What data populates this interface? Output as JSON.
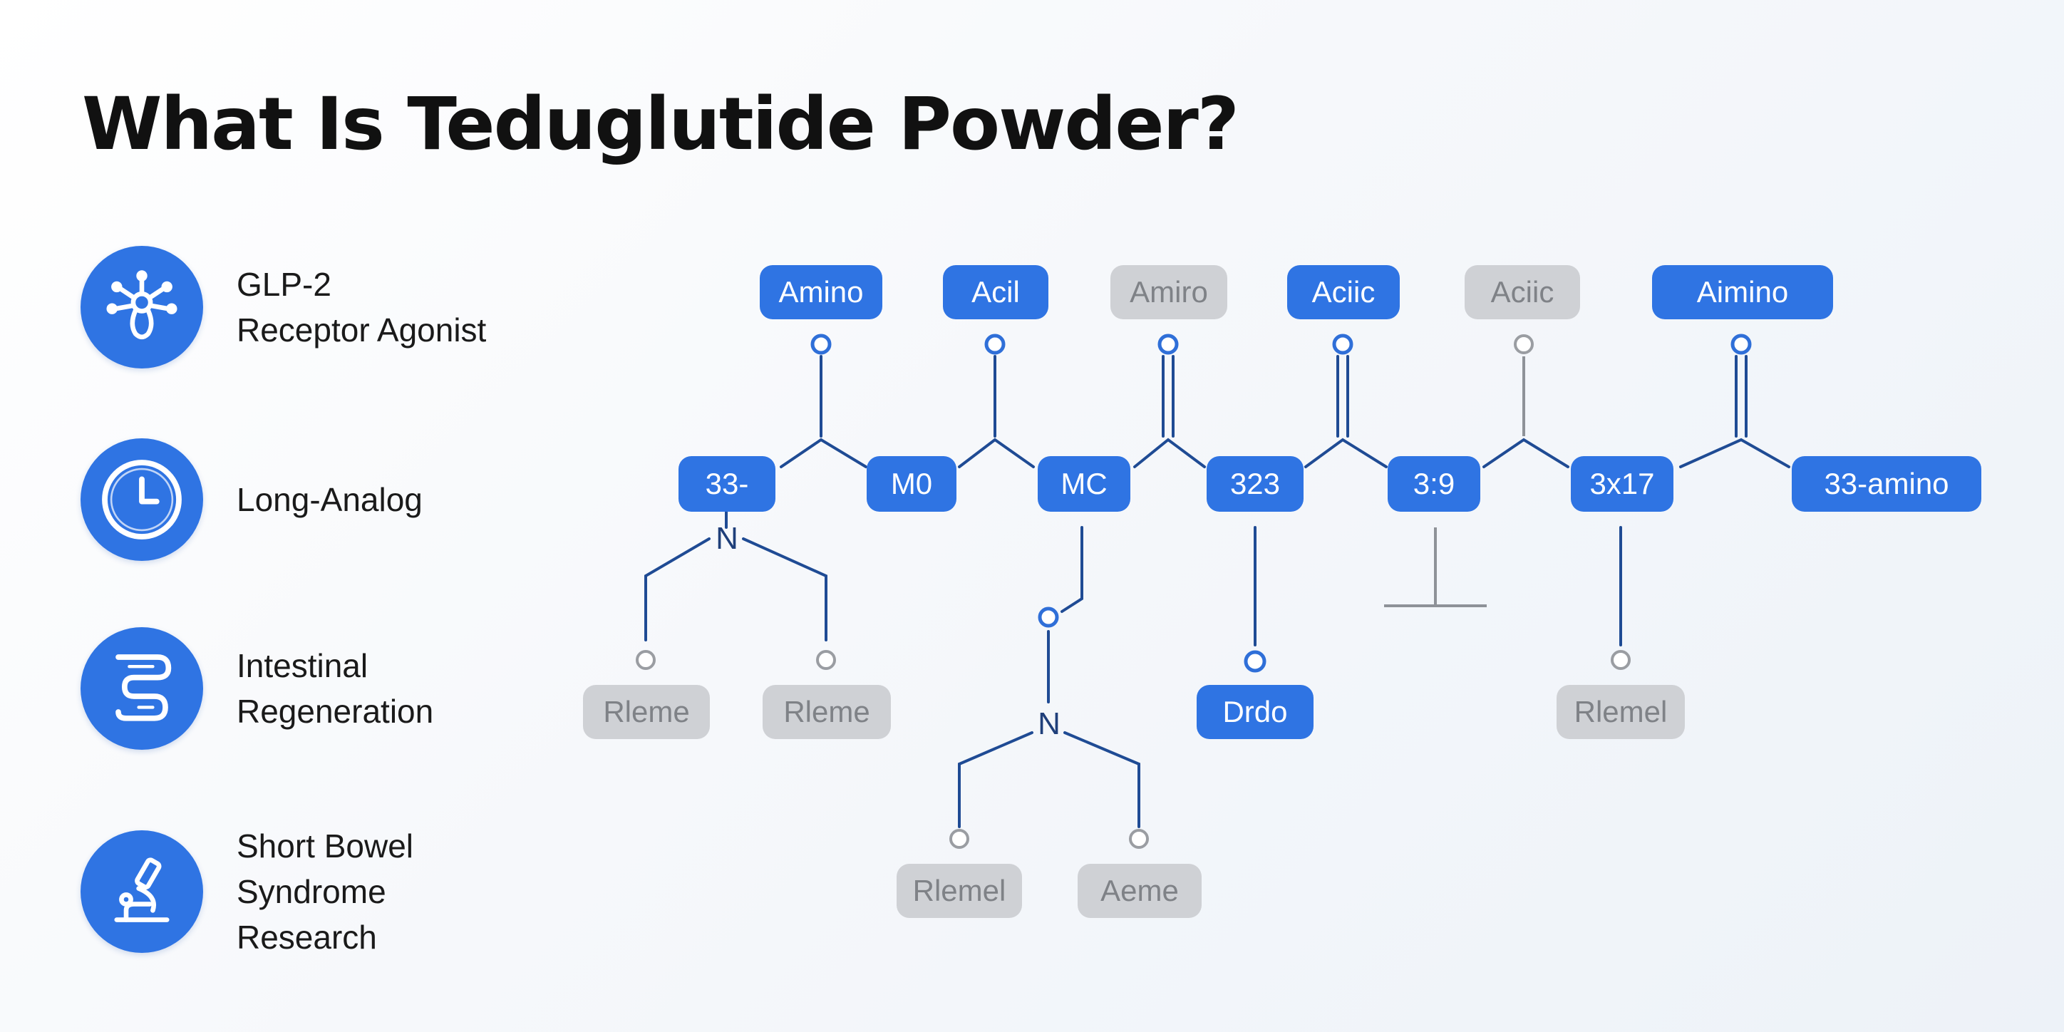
{
  "title": "What Is Teduglutide Powder?",
  "features": [
    {
      "label": "GLP-2\nReceptor Agonist",
      "icon": "receptor-icon"
    },
    {
      "label": "Long-Analog",
      "icon": "clock-icon"
    },
    {
      "label": "Intestinal\nRegeneration",
      "icon": "intestine-icon"
    },
    {
      "label": "Short Bowel\nSyndrome\nResearch",
      "icon": "microscope-icon"
    }
  ],
  "diagram": {
    "top_labels": [
      "Amino",
      "Acil",
      "Amiro",
      "Aciic",
      "Aciic",
      "Aimino"
    ],
    "chain_nodes": [
      "33-",
      "M0",
      "MC",
      "323",
      "3:9",
      "3x17",
      "33-amino"
    ],
    "atoms": [
      "N",
      "N"
    ],
    "bottom_labels": [
      "Rleme",
      "Rleme",
      "Drdo",
      "Rlemel",
      "Rlemel",
      "Aeme"
    ],
    "colors": {
      "accent": "#2f74e3",
      "muted": "#cfd1d5",
      "bond": "#1f4b94"
    }
  }
}
